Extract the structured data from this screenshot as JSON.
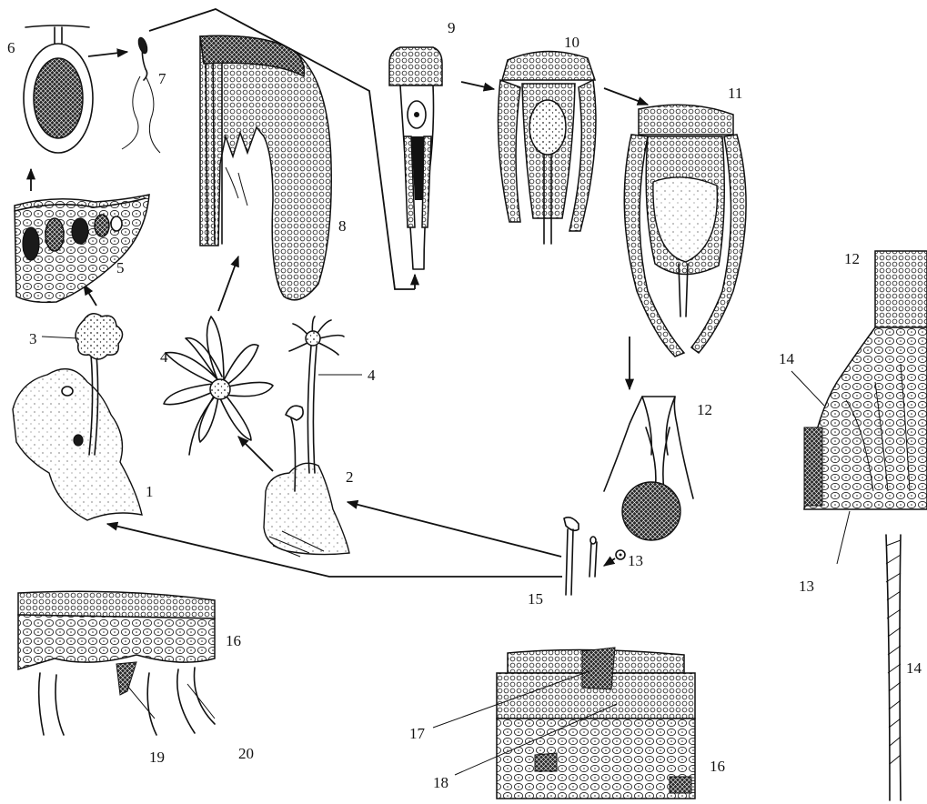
{
  "labels": {
    "n1": "1",
    "n2": "2",
    "n3": "3",
    "n4a": "4",
    "n4b": "4",
    "n5": "5",
    "n6": "6",
    "n7": "7",
    "n8": "8",
    "n9": "9",
    "n10": "10",
    "n11": "11",
    "n12a": "12",
    "n12b": "12",
    "n13a": "13",
    "n13b": "13",
    "n14a": "14",
    "n14b": "14",
    "n15": "15",
    "n16a": "16",
    "n16b": "16",
    "n17": "17",
    "n18": "18",
    "n19": "19",
    "n20": "20"
  }
}
